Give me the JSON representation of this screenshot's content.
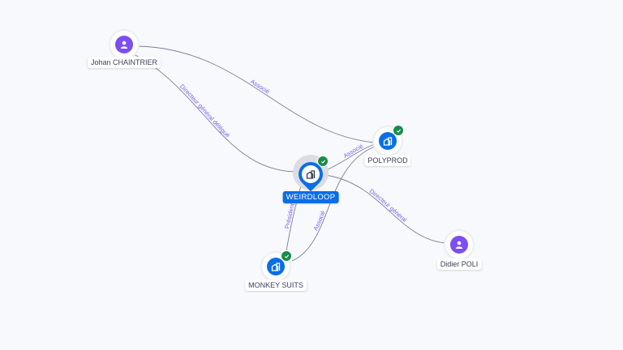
{
  "nodes": {
    "johan": {
      "label": "Johan CHAINTRIER",
      "type": "person",
      "icon": "person-icon"
    },
    "polyprod": {
      "label": "POLYPROD",
      "type": "company",
      "icon": "building-icon",
      "verified": true
    },
    "weirdloop": {
      "label": "WEIRDLOOP",
      "type": "company",
      "icon": "building-icon",
      "verified": true,
      "focused": true
    },
    "monkey": {
      "label": "MONKEY SUITS",
      "type": "company",
      "icon": "building-icon",
      "verified": true
    },
    "didier": {
      "label": "Didier POLI",
      "type": "person",
      "icon": "person-icon"
    }
  },
  "edges": [
    {
      "from": "Johan CHAINTRIER",
      "to": "POLYPROD",
      "label": "Associé"
    },
    {
      "from": "Johan CHAINTRIER",
      "to": "WEIRDLOOP",
      "label": "Directeur général délégué"
    },
    {
      "from": "WEIRDLOOP",
      "to": "POLYPROD",
      "label": "Associé"
    },
    {
      "from": "MONKEY SUITS",
      "to": "POLYPROD",
      "label": "Associé"
    },
    {
      "from": "MONKEY SUITS",
      "to": "WEIRDLOOP",
      "label": "Président"
    },
    {
      "from": "Didier POLI",
      "to": "WEIRDLOOP",
      "label": "Directeur général"
    }
  ],
  "colors": {
    "person": "#7b4ff0",
    "company": "#0a6ee6",
    "verified": "#1a8a4a",
    "edge_label": "#7b5cf0"
  }
}
